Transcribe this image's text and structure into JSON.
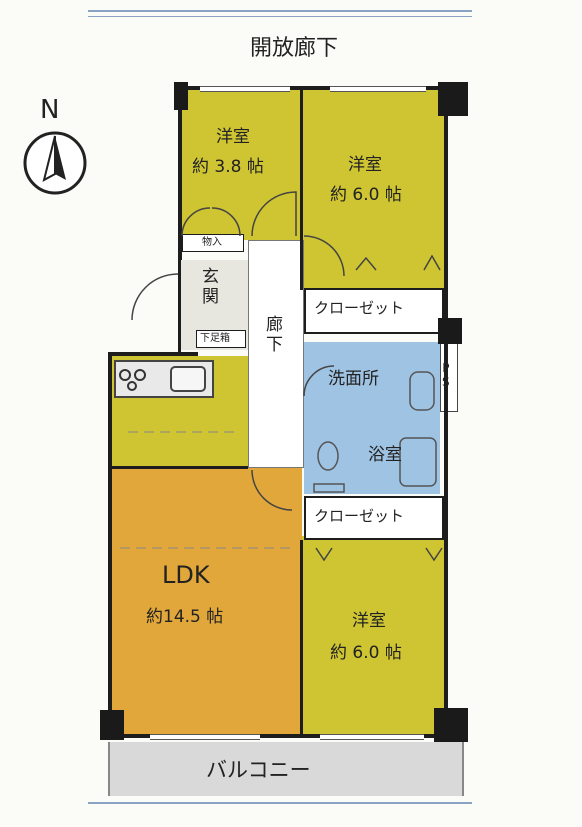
{
  "corridor_top": "開放廊下",
  "balcony": "バルコニー",
  "north": "N",
  "rooms": {
    "room_nw": {
      "name": "洋室",
      "size": "約 3.8 帖"
    },
    "room_ne": {
      "name": "洋室",
      "size": "約 6.0 帖"
    },
    "room_se": {
      "name": "洋室",
      "size": "約 6.0 帖"
    },
    "ldk": {
      "name": "LDK",
      "size": "約14.5 帖"
    },
    "entrance": "玄\n関",
    "hallway": "廊\n下",
    "washroom": "洗面所",
    "bath": "浴室",
    "ps": "P\nS",
    "closet_upper": "クローゼット",
    "closet_lower": "クローゼット",
    "storage": "物入",
    "shoe_box": "下足箱"
  },
  "colors": {
    "western_room": "#cfc532",
    "ldk": "#e1a73a",
    "wet_area": "#9fc3e3",
    "balcony": "#d9d9d9",
    "border_line": "#8aa2c4"
  }
}
